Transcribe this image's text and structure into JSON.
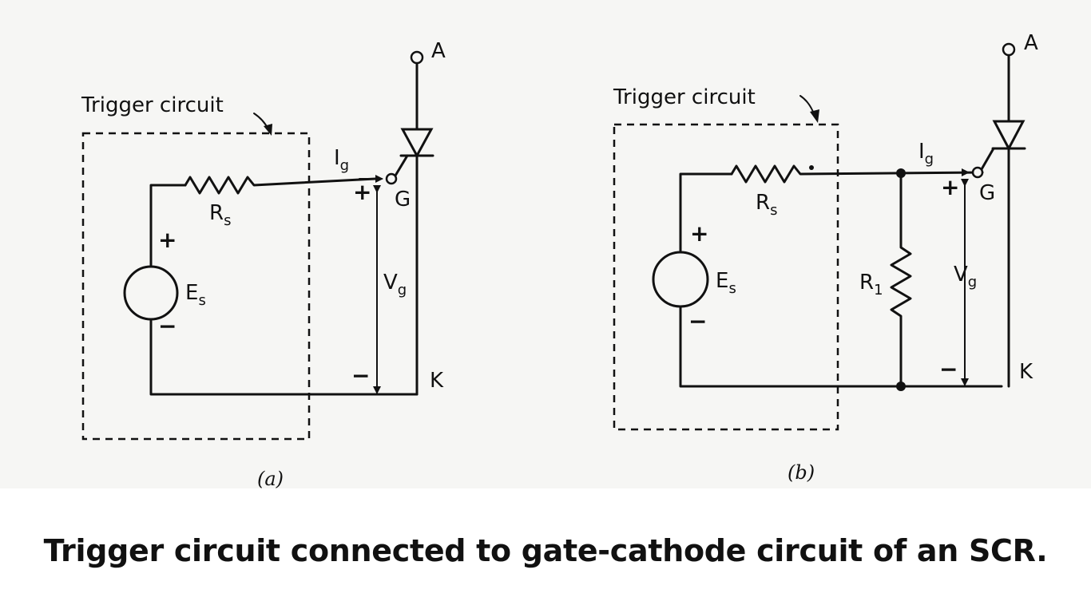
{
  "figure": {
    "panel_a": {
      "trigger_label": "Trigger circuit",
      "caption": "(a)",
      "labels": {
        "rs": "R",
        "rs_sub": "s",
        "es": "E",
        "es_sub": "s",
        "ig": "I",
        "ig_sub": "g",
        "vg": "V",
        "vg_sub": "g",
        "g": "G",
        "a": "A",
        "k": "K",
        "plus": "+",
        "minus": "−"
      }
    },
    "panel_b": {
      "trigger_label": "Trigger circuit",
      "caption": "(b)",
      "labels": {
        "rs": "R",
        "rs_sub": "s",
        "r1": "R",
        "r1_sub": "1",
        "es": "E",
        "es_sub": "s",
        "ig": "I",
        "ig_sub": "g",
        "vg": "V",
        "vg_sub": "g",
        "g": "G",
        "a": "A",
        "k": "K",
        "plus": "+",
        "minus": "−"
      }
    }
  },
  "caption_text": "Trigger circuit connected to gate-cathode circuit of an SCR."
}
